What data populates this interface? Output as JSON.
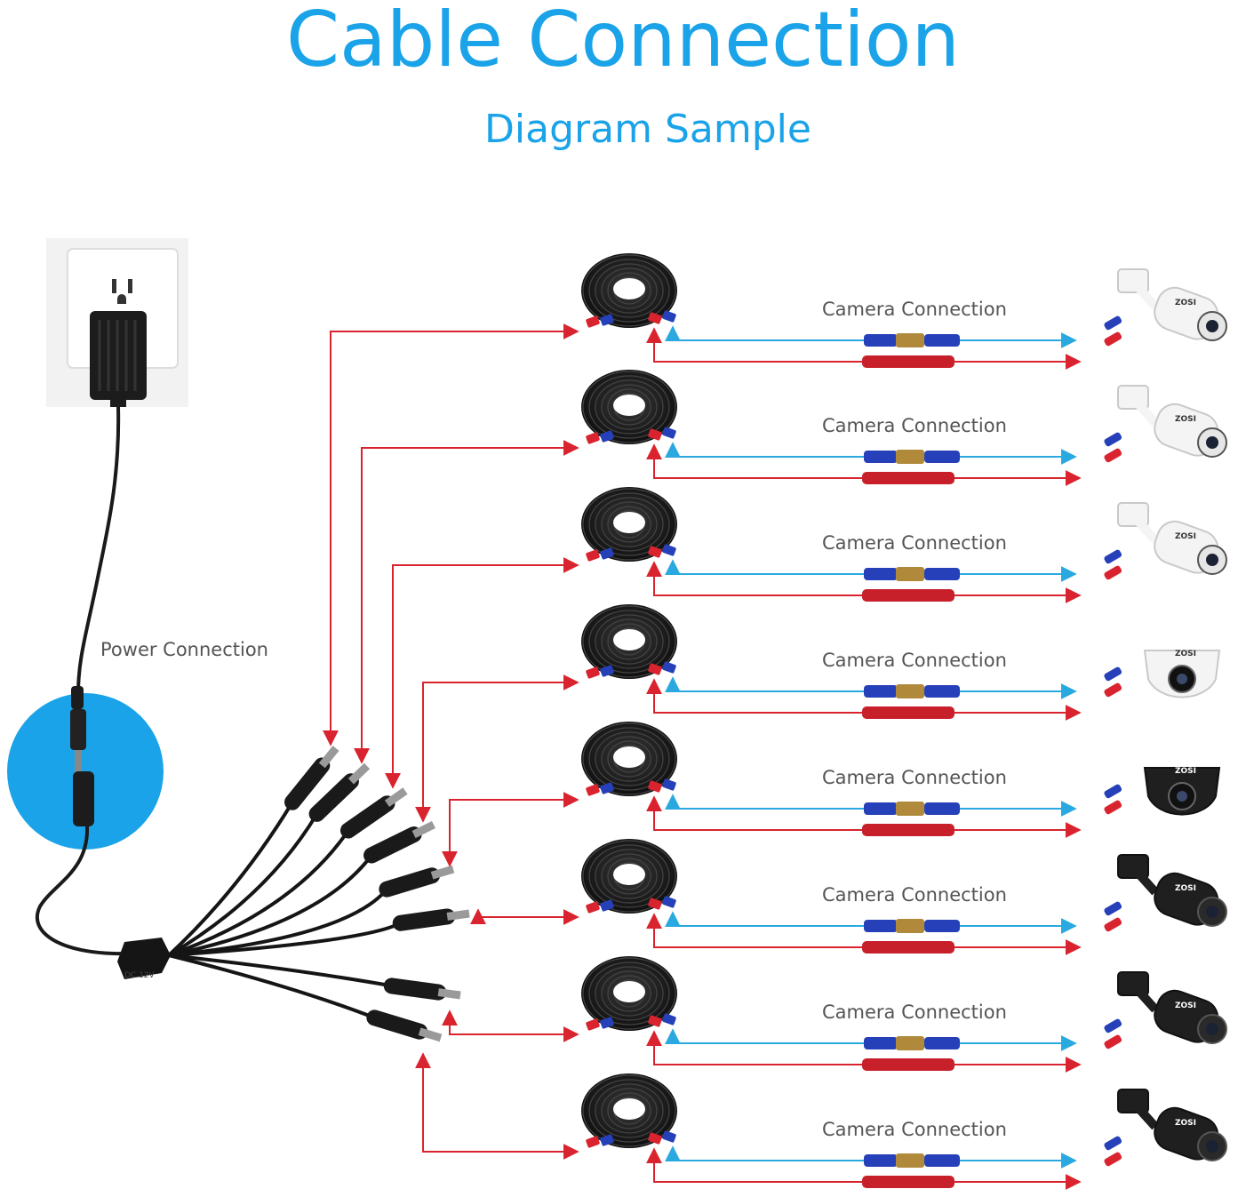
{
  "title": "Cable Connection",
  "subtitle": "Diagram Sample",
  "power_label": "Power Connection",
  "camera_label": "Camera Connection",
  "camera_count": 8,
  "brand_mark": "ZOSI",
  "colors": {
    "title": "#1aa3e8",
    "video_line": "#2aa8e0",
    "power_line": "#d9242f",
    "highlight_circle": "#1aa3e8",
    "cable": "#1a1a1a"
  },
  "icons": [
    "wall-outlet-icon",
    "power-adapter-icon",
    "splitter-icon",
    "cable-coil-icon",
    "bnc-connector-icon",
    "camera-icon"
  ]
}
